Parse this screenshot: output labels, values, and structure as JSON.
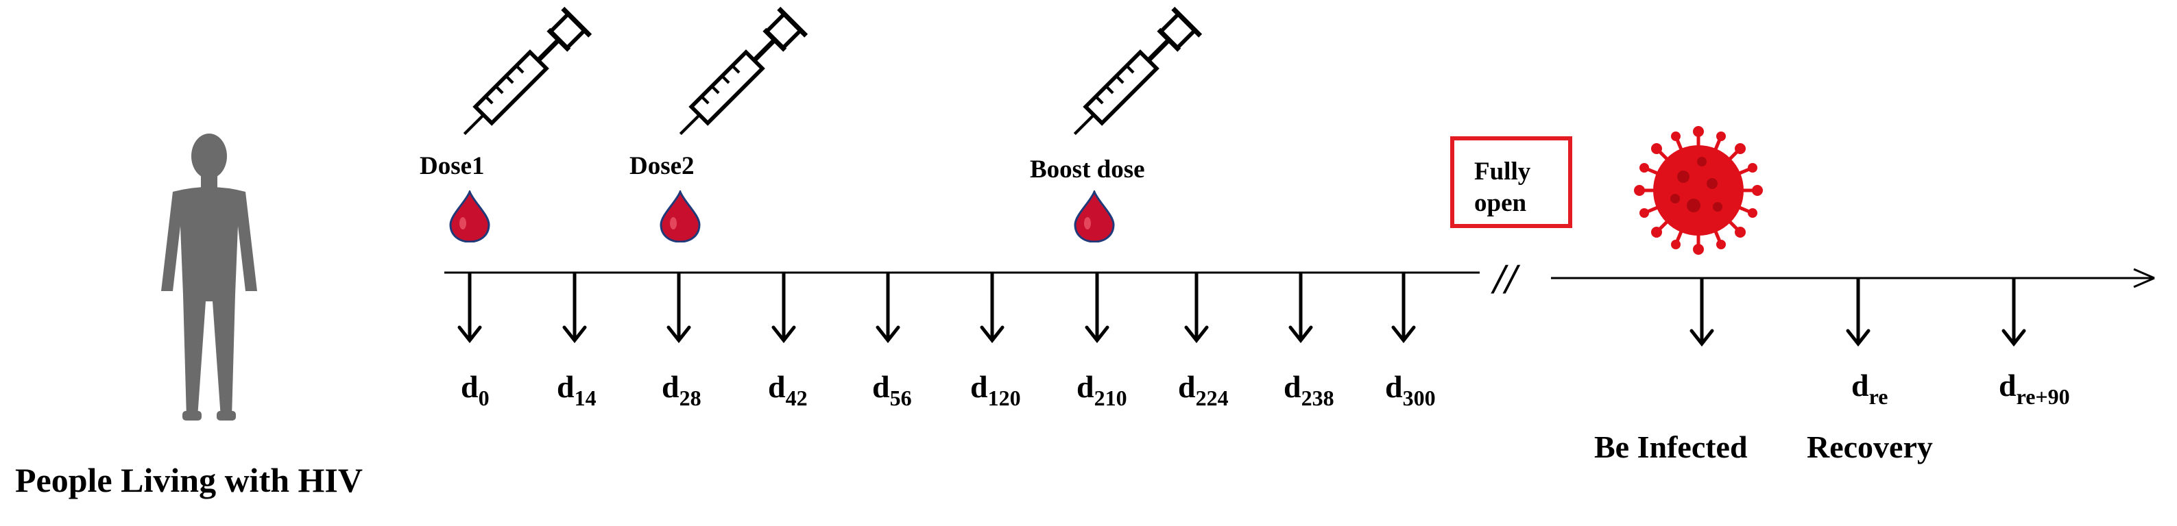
{
  "subject_label": "People Living with HIV",
  "doses": [
    {
      "label": "Dose1"
    },
    {
      "label": "Dose2"
    },
    {
      "label": "Boost dose"
    }
  ],
  "timepoints": [
    {
      "base": "d",
      "sub": "0"
    },
    {
      "base": "d",
      "sub": "14"
    },
    {
      "base": "d",
      "sub": "28"
    },
    {
      "base": "d",
      "sub": "42"
    },
    {
      "base": "d",
      "sub": "56"
    },
    {
      "base": "d",
      "sub": "120"
    },
    {
      "base": "d",
      "sub": "210"
    },
    {
      "base": "d",
      "sub": "224"
    },
    {
      "base": "d",
      "sub": "238"
    },
    {
      "base": "d",
      "sub": "300"
    }
  ],
  "break_mark": "//",
  "fully_open": {
    "line1": "Fully",
    "line2": "open"
  },
  "events": [
    {
      "label": "Be Infected"
    },
    {
      "label": "Recovery",
      "base": "d",
      "sub": "re"
    },
    {
      "base": "d",
      "sub": "re+90"
    }
  ],
  "colors": {
    "blood": "#c8102e",
    "virus": "#e0101a",
    "box_border": "#e31b23",
    "person": "#6b6b6b"
  },
  "icons": [
    "person-silhouette-icon",
    "syringe-icon",
    "blood-drop-icon",
    "virus-icon"
  ]
}
